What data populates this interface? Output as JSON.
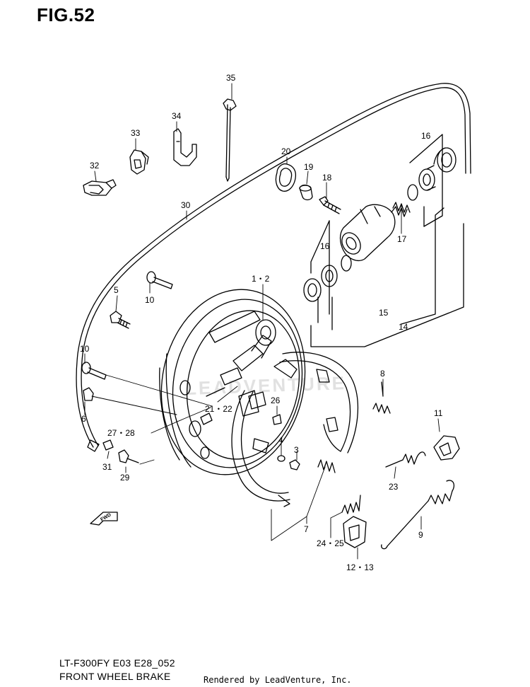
{
  "figure": {
    "title": "FIG.52",
    "model_code": "LT-F300FY E03 E28_052",
    "assembly_title": "FRONT WHEEL BRAKE",
    "rendered_by": "Rendered by LeadVenture, Inc.",
    "watermark": "LEADVENTURE",
    "direction_marker": "FWD"
  },
  "callouts": {
    "c35": "35",
    "c34": "34",
    "c33": "33",
    "c32": "32",
    "c20": "20",
    "c19": "19",
    "c18": "18",
    "c16a": "16",
    "c16b": "16",
    "c17": "17",
    "c30": "30",
    "c12a": "1・2",
    "c5": "5",
    "c10a": "10",
    "c10b": "10",
    "c15": "15",
    "c14": "14",
    "c8": "8",
    "c6": "6",
    "c2122": "21・22",
    "c26": "26",
    "c2728": "27・28",
    "c11": "11",
    "c4": "4",
    "c3": "3",
    "c31": "31",
    "c29": "29",
    "c23": "23",
    "c7": "7",
    "c9": "9",
    "c2425": "24・25",
    "c1213": "12・13"
  }
}
